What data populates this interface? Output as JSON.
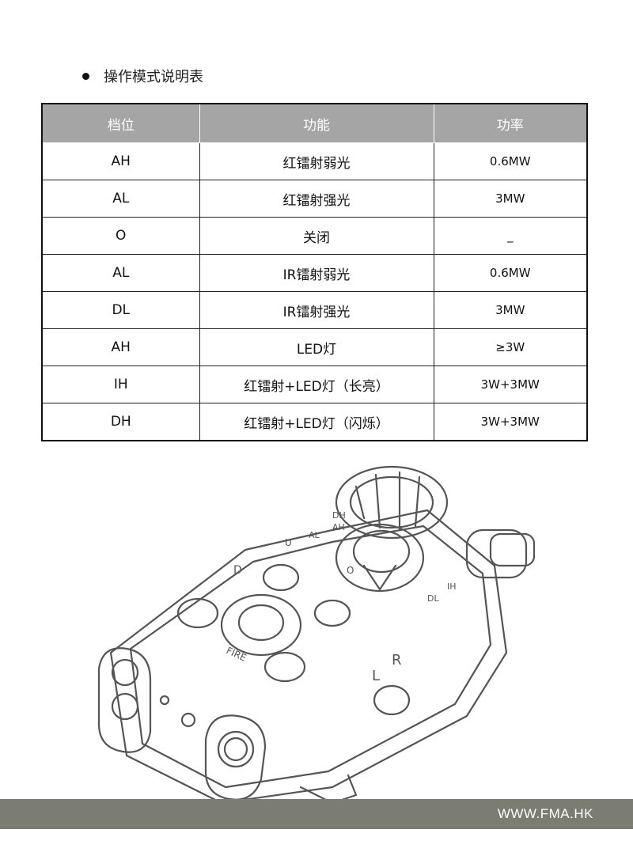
{
  "heading": "操作模式说明表",
  "table": {
    "headers": [
      "档位",
      "功能",
      "功率"
    ],
    "rows": [
      {
        "mode": "AH",
        "function": "红镭射弱光",
        "power": "0.6MW"
      },
      {
        "mode": "AL",
        "function": "红镭射强光",
        "power": "3MW"
      },
      {
        "mode": "O",
        "function": "关闭",
        "power": "_"
      },
      {
        "mode": "AL",
        "function": "IR镭射弱光",
        "power": "0.6MW"
      },
      {
        "mode": "DL",
        "function": "IR镭射强光",
        "power": "3MW"
      },
      {
        "mode": "AH",
        "function": "LED灯",
        "power": "≥3W"
      },
      {
        "mode": "IH",
        "function": "红镭射+LED灯（长亮）",
        "power": "3W+3MW"
      },
      {
        "mode": "DH",
        "function": "红镭射+LED灯（闪烁）",
        "power": "3W+3MW"
      }
    ]
  },
  "device_labels": {
    "fire": "FIRE",
    "mode_labels": [
      "D",
      "U",
      "AL",
      "AH",
      "DL",
      "IH",
      "DH",
      "O",
      "L",
      "R"
    ]
  },
  "footer": "WWW.FMA.HK"
}
